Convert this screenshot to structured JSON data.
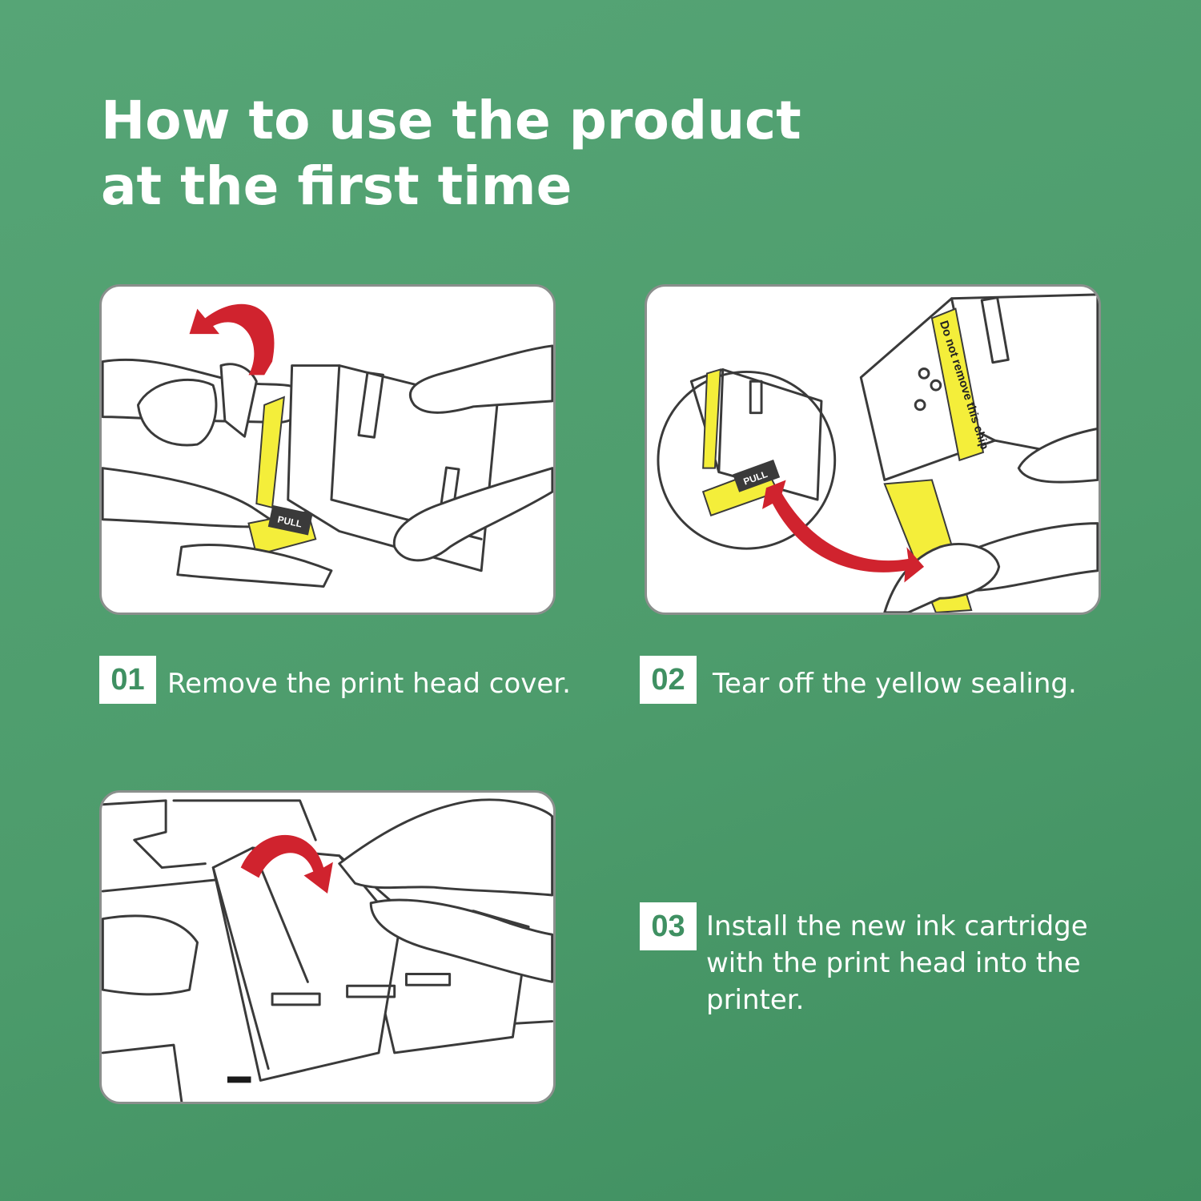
{
  "title": {
    "line1": "How to use the product",
    "line2": "at the first time"
  },
  "colors": {
    "background": "#4f9e6f",
    "accent_arrow": "#d0232e",
    "tape_yellow": "#f4ee3a",
    "badge_text": "#3f9062"
  },
  "steps": [
    {
      "number": "01",
      "lines": [
        "Remove the print head cover."
      ]
    },
    {
      "number": "02",
      "lines": [
        "Tear off the yellow sealing."
      ]
    },
    {
      "number": "03",
      "lines": [
        "Install the new ink cartridge",
        "with the print head into the",
        "printer."
      ]
    }
  ],
  "labels": {
    "pull_1": "PULL",
    "pull_2": "PULL",
    "chip_warning": "Do not remove this chip"
  }
}
